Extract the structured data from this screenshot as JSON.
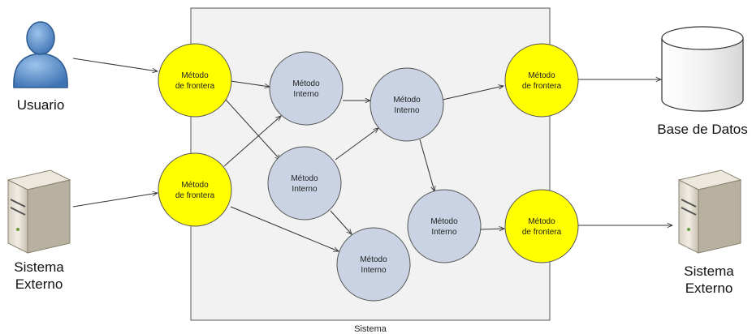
{
  "actors": {
    "user": {
      "label": "Usuario"
    },
    "external_left": {
      "lines": [
        "Sistema",
        "Externo"
      ]
    },
    "database": {
      "label": "Base de Datos"
    },
    "external_right": {
      "lines": [
        "Sistema",
        "Externo"
      ]
    }
  },
  "system": {
    "label": "Sistema"
  },
  "boundary_method": {
    "lines": [
      "Método",
      "de frontera"
    ]
  },
  "internal_method": {
    "lines": [
      "Método",
      "Interno"
    ]
  },
  "colors": {
    "boundary_fill": "#ffff00",
    "internal_fill": "#c9d3e3",
    "system_bg": "#f2f2f2",
    "user_blue": "#4f86c6"
  }
}
